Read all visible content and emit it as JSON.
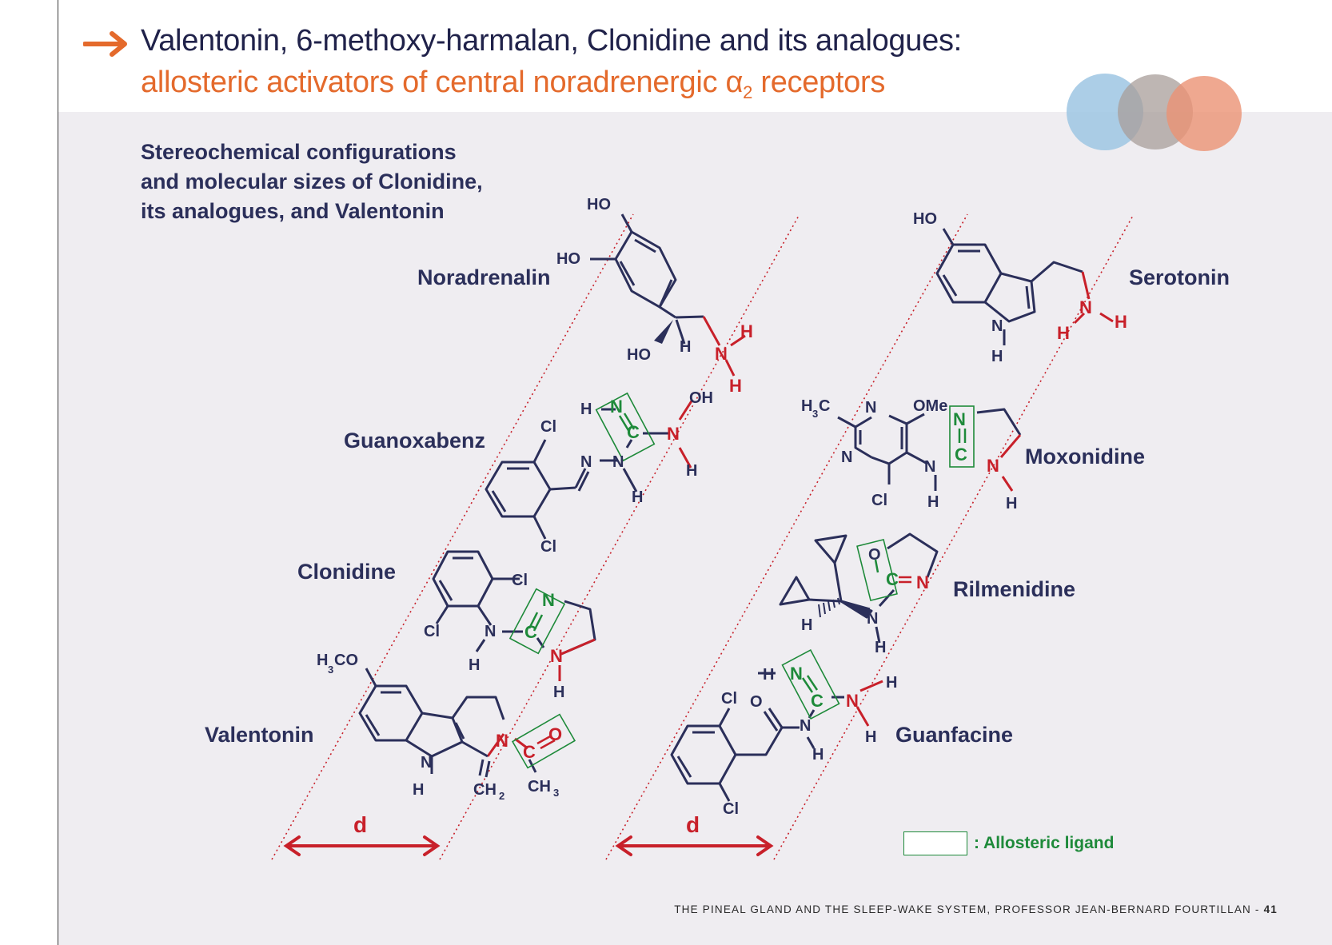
{
  "header": {
    "title_line1": "Valentonin, 6-methoxy-harmalan, Clonidine and its analogues:",
    "title_line2_prefix": "allosteric activators of central noradrenergic ",
    "alpha_symbol": "α",
    "alpha_subscript": "2",
    "title_line2_suffix": " receptors"
  },
  "subtitle": "Stereochemical configurations\nand molecular sizes of Clonidine,\nits analogues, and Valentonin",
  "molecules": {
    "noradrenalin": "Noradrenalin",
    "guanoxabenz": "Guanoxabenz",
    "clonidine": "Clonidine",
    "valentonin": "Valentonin",
    "serotonin": "Serotonin",
    "moxonidine": "Moxonidine",
    "rilmenidine": "Rilmenidine",
    "guanfacine": "Guanfacine"
  },
  "distance_label": "d",
  "legend": {
    "text": ": Allosteric ligand"
  },
  "footer": {
    "text": "THE PINEAL GLAND AND THE SLEEP-WAKE SYSTEM, PROFESSOR JEAN-BERNARD FOURTILLAN - ",
    "page": "41"
  },
  "colors": {
    "navy": "#2b2f5a",
    "orange": "#e46a2c",
    "red": "#c8202a",
    "green": "#1e8a3a",
    "panel_bg": "#efedf1",
    "circle_blue": "#9ec5e3",
    "circle_grey": "#a89e9a",
    "circle_salmon": "#eb9274"
  },
  "icons": {
    "title_arrow": "right-arrow-icon",
    "decor": "three-circles-icon"
  }
}
